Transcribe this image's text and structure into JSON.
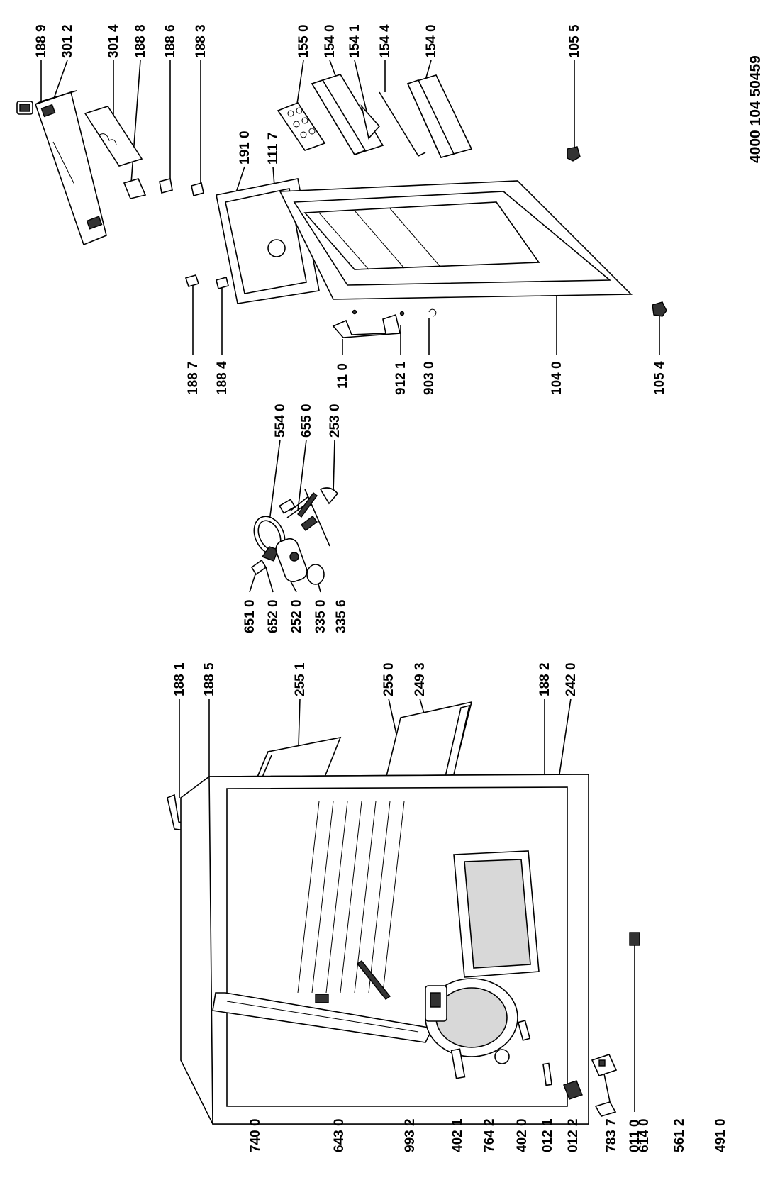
{
  "document_number": "4000 104 50459",
  "labels": {
    "l1889": "188 9",
    "l3012": "301 2",
    "l3014": "301 4",
    "l1888": "188 8",
    "l1886": "188 6",
    "l1883": "188 3",
    "l1550": "155 0",
    "l1540a": "154 0",
    "l1541": "154 1",
    "l1544": "154 4",
    "l1540b": "154 0",
    "l1055": "105 5",
    "l1910": "191 0",
    "l1117": "111 7",
    "l1887": "188 7",
    "l1884": "188 4",
    "l110": "11 0",
    "l9121": "912 1",
    "l9030": "903 0",
    "l1040": "104 0",
    "l1054": "105 4",
    "l5540": "554 0",
    "l6550": "655 0",
    "l2530": "253 0",
    "l6510": "651 0",
    "l6520": "652 0",
    "l2520": "252 0",
    "l3350": "335 0",
    "l3356": "335 6",
    "l1881": "188 1",
    "l1885": "188 5",
    "l2551": "255 1",
    "l2550": "255 0",
    "l2493": "249 3",
    "l1882": "188 2",
    "l2420": "242 0",
    "l0110": "011 0",
    "l7400": "740 0",
    "l6430": "643 0",
    "l9932": "993 2",
    "l4021": "402 1",
    "l7642": "764 2",
    "l4020": "402 0",
    "l0121": "012 1",
    "l0122": "012 2",
    "l7837": "783 7",
    "l6140": "614 0",
    "l5612": "561 2",
    "l4910": "491 0"
  }
}
